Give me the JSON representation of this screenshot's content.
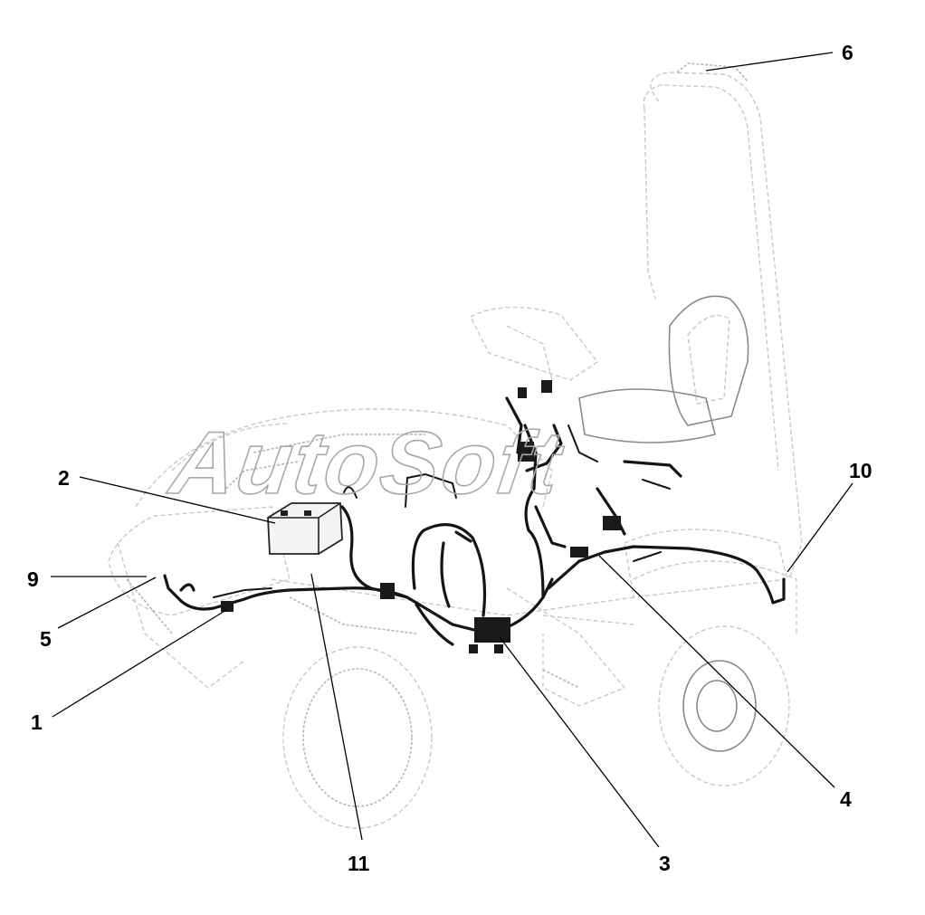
{
  "watermark": "AutoSoft",
  "callouts": [
    {
      "id": "1",
      "label": "1"
    },
    {
      "id": "2",
      "label": "2"
    },
    {
      "id": "3",
      "label": "3"
    },
    {
      "id": "4",
      "label": "4"
    },
    {
      "id": "5",
      "label": "5"
    },
    {
      "id": "6",
      "label": "6"
    },
    {
      "id": "9",
      "label": "9"
    },
    {
      "id": "10",
      "label": "10"
    },
    {
      "id": "11",
      "label": "11"
    }
  ]
}
